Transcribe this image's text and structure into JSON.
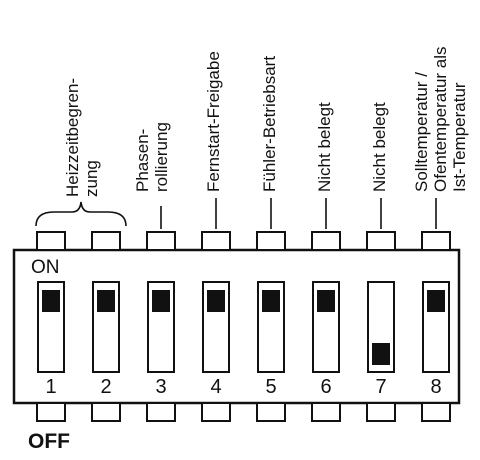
{
  "switch_block": {
    "on_label": "ON",
    "off_label": "OFF"
  },
  "switches": [
    {
      "number": "1",
      "label_lines": [
        "Heizzeitbegren-",
        "zung"
      ],
      "position": "on"
    },
    {
      "number": "2",
      "label_lines": [],
      "position": "on"
    },
    {
      "number": "3",
      "label_lines": [
        "Phasen-",
        "rollierung"
      ],
      "position": "on"
    },
    {
      "number": "4",
      "label_lines": [
        "Fernstart-Freigabe"
      ],
      "position": "on"
    },
    {
      "number": "5",
      "label_lines": [
        "Fühler-Betriebsart"
      ],
      "position": "on"
    },
    {
      "number": "6",
      "label_lines": [
        "Nicht belegt"
      ],
      "position": "on"
    },
    {
      "number": "7",
      "label_lines": [
        "Nicht belegt"
      ],
      "position": "off"
    },
    {
      "number": "8",
      "label_lines": [
        "Solltemperatur /",
        "Ofentemperatur als",
        "Ist-Temperatur"
      ],
      "position": "on"
    }
  ],
  "colors": {
    "ink": "#111111",
    "background": "#ffffff"
  }
}
